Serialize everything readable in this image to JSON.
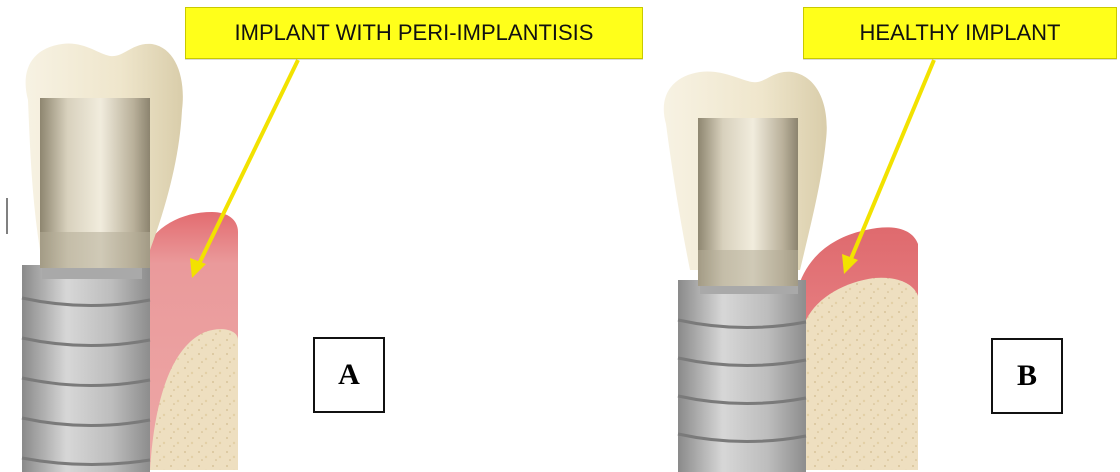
{
  "panels": [
    {
      "id": "A",
      "callout": "IMPLANT WITH PERI-IMPLANTISIS",
      "letter": "A"
    },
    {
      "id": "B",
      "callout": "HEALTHY IMPLANT",
      "letter": "B"
    }
  ],
  "colors": {
    "callout_fill": "#ffff1a",
    "arrow": "#f2e200",
    "gum_healthy": "#e06f72",
    "gum_inflamed": "#e9a2a2",
    "bone": "#eedfc0",
    "crown": "#f3ecd6",
    "abutment": "#c8bfa8",
    "implant_screw": "#b8b8b8"
  }
}
